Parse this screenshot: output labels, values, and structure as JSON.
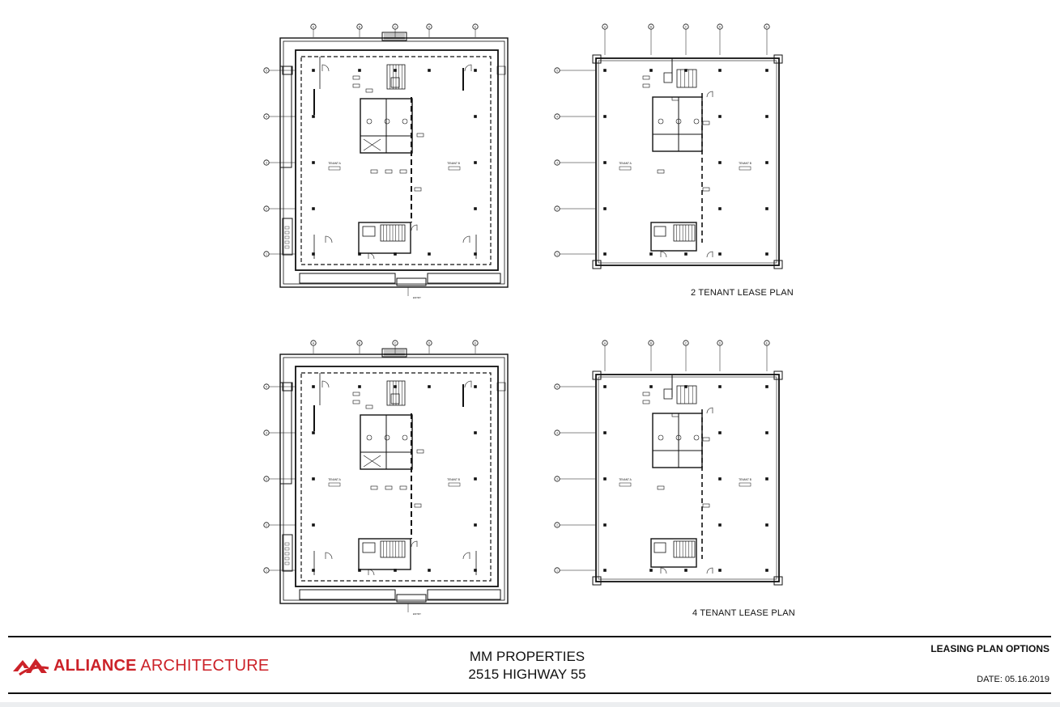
{
  "plans": [
    {
      "id": "ground-top",
      "tenant_a": "TENANT A",
      "tenant_b": "TENANT B"
    },
    {
      "id": "upper-top",
      "caption": "2 TENANT LEASE PLAN",
      "tenant_a": "TENANT A",
      "tenant_b": "TENANT B"
    },
    {
      "id": "ground-bottom",
      "tenant_a": "TENANT A",
      "tenant_b": "TENANT B"
    },
    {
      "id": "upper-bottom",
      "caption": "4 TENANT LEASE PLAN",
      "tenant_a": "TENANT A",
      "tenant_b": "TENANT B"
    }
  ],
  "gridlines": {
    "columns": [
      "A",
      "B",
      "C",
      "D",
      "E"
    ],
    "rows": [
      "5",
      "4",
      "3",
      "2",
      "1"
    ]
  },
  "title_block": {
    "logo_bold": "ALLIANCE",
    "logo_light": " ARCHITECTURE",
    "project_line1": "MM PROPERTIES",
    "project_line2": "2515 HIGHWAY 55",
    "sheet_title": "LEASING  PLAN OPTIONS",
    "date_label": "DATE:",
    "date_value": "05.16.2019"
  },
  "colors": {
    "brand": "#cc2229",
    "linework": "#111111"
  }
}
